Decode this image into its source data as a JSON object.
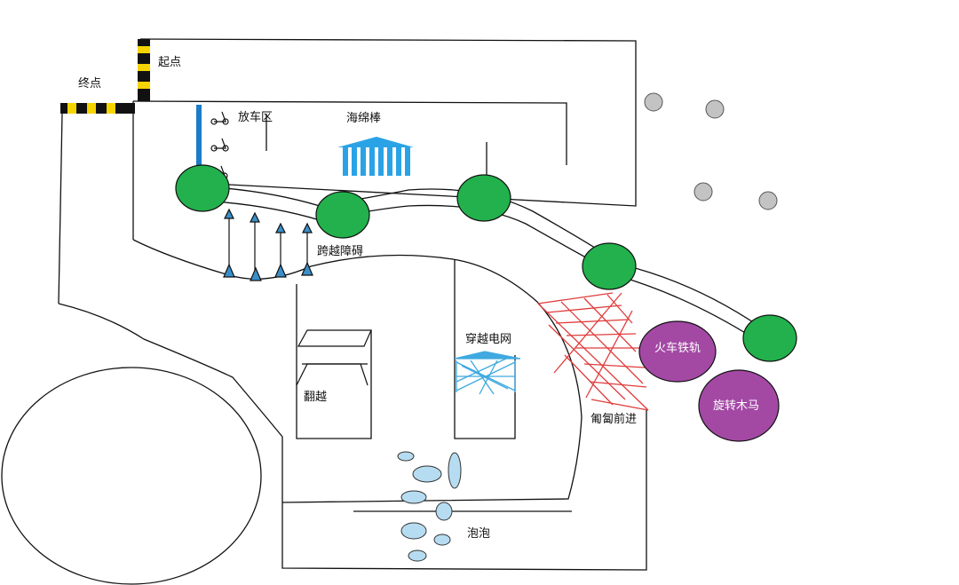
{
  "labels": {
    "start": "起点",
    "finish": "终点",
    "parking": "放车区",
    "sponge": "海绵棒",
    "hurdles": "跨越障碍",
    "climb": "翻越",
    "net": "穿越电网",
    "crawl": "匍匐前进",
    "bubbles": "泡泡",
    "train": "火车铁轨",
    "carousel": "旋转木马"
  },
  "colors": {
    "stripe_yellow": "#f5d400",
    "post_blue": "#1c7cc7",
    "tree_green": "#22b14c",
    "feature_purple": "#a349a4",
    "rock_gray": "#c3c3c3",
    "net_red": "#e03c3c",
    "net_blue": "#3fa9e0",
    "sponge_blue": "#2aa3e6",
    "bubble_blue": "#b6dcf1",
    "arrow_blue": "#3a8fc9"
  },
  "icons": [
    "scooter-icon",
    "scooter-icon",
    "scooter-icon"
  ]
}
